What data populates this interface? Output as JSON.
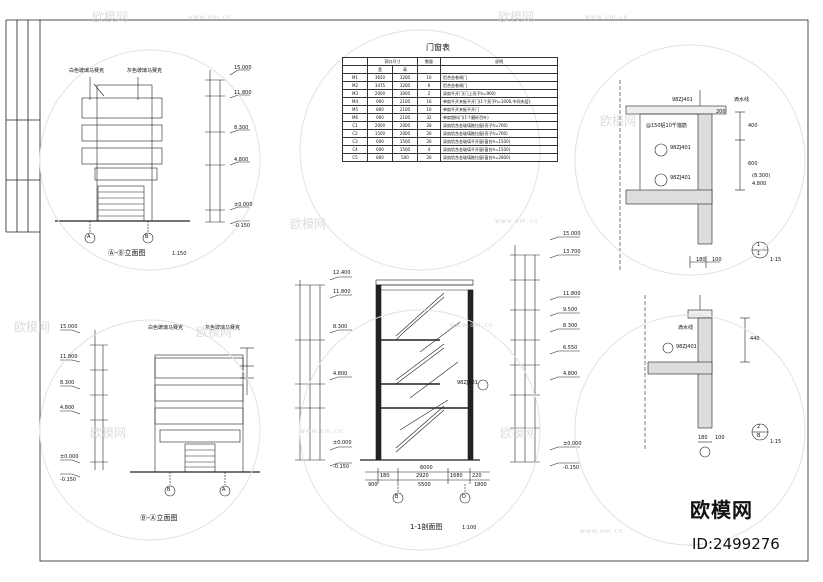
{
  "door_table": {
    "title": "门窗表",
    "headers": [
      "",
      "洞口尺寸",
      "",
      "数量",
      "说明"
    ],
    "subheaders": [
      "",
      "宽",
      "高",
      "",
      ""
    ],
    "rows": [
      [
        "M1",
        "3650",
        "3200",
        "10",
        "铝合金卷闸门"
      ],
      [
        "M2",
        "3475",
        "3200",
        "6",
        "铝合金卷闸门"
      ],
      [
        "M3",
        "2000",
        "3000",
        "2",
        "双扇平开门(门上亮子h=900)"
      ],
      [
        "M4",
        "900",
        "2100",
        "16",
        "单扇平开夹板平开门(1个亮子h=1000,中间夹层)"
      ],
      [
        "M5",
        "800",
        "2100",
        "10",
        "单扇平开夹板平开门"
      ],
      [
        "M6",
        "900",
        "2100",
        "32",
        "单扇塑料门(1个磨砂百叶)"
      ],
      [
        "C1",
        "2000",
        "2000",
        "28",
        "双扇铝合金玻璃推拉窗(亮子h=700)"
      ],
      [
        "C2",
        "1500",
        "2000",
        "26",
        "双扇铝合金玻璃推拉窗(亮子h=700)"
      ],
      [
        "C3",
        "600",
        "1500",
        "26",
        "双扇铝合金玻璃平开窗(窗台h=1500)"
      ],
      [
        "C4",
        "600",
        "1500",
        "4",
        "双扇铝合金玻璃平开窗(窗台h=1500)"
      ],
      [
        "C5",
        "800",
        "500",
        "26",
        "双扇铝合金玻璃推拉窗(窗台h=2800)"
      ]
    ]
  },
  "elev_ab": {
    "title": "Ⓐ-Ⓑ立面图",
    "scale": "1:150",
    "axes": [
      "A",
      "B"
    ],
    "note1": "白色玻璃马赛克",
    "note2": "灰色玻璃马赛克",
    "levels": [
      "15.000",
      "11.800",
      "8.300",
      "4.800",
      "±0.000",
      "-0.150"
    ]
  },
  "elev_ba": {
    "title": "Ⓑ-Ⓐ立面图",
    "axes": [
      "B",
      "A"
    ],
    "note1": "白色玻璃马赛克",
    "note2": "灰色玻璃马赛克",
    "levels": [
      "15.000",
      "11.800",
      "8.300",
      "4.800",
      "±0.000",
      "-0.150"
    ]
  },
  "section": {
    "title": "1-1剖面图",
    "scale": "1:100",
    "axes": [
      "B",
      "D"
    ],
    "levels": [
      "12.400",
      "11.800",
      "8.300",
      "4.800",
      "±0.000",
      "-0.150"
    ],
    "right_levels": [
      "15.000",
      "13.700",
      "11.800",
      "9.500",
      "8.300",
      "6.550",
      "4.800",
      "±0.000",
      "-0.150"
    ],
    "dims_bottom": [
      "900",
      "5500",
      "1800"
    ],
    "dims_total": "6000",
    "dims_inner": [
      "180",
      "2920",
      "1680",
      "220"
    ],
    "note": "98ZJ401"
  },
  "detail_1": {
    "label": "1",
    "sublabel": "1",
    "scale": "1:15",
    "refs": [
      "98ZJ401",
      "98ZJ401",
      "98ZJ401"
    ],
    "note": "滴水线",
    "dims": [
      "200",
      "400",
      "600",
      "180",
      "100"
    ],
    "levels": [
      "(8.300)",
      "4.800"
    ],
    "rail": "@150铝10千锚筋"
  },
  "detail_2": {
    "label": "2",
    "sublabel": "B",
    "scale": "1:15",
    "refs": [
      "98ZJ401"
    ],
    "note": "滴水线",
    "dims": [
      "440",
      "180",
      "100"
    ]
  },
  "watermark": {
    "text": "欧模网",
    "url": "www.om.cn",
    "id": "ID:2499276"
  }
}
